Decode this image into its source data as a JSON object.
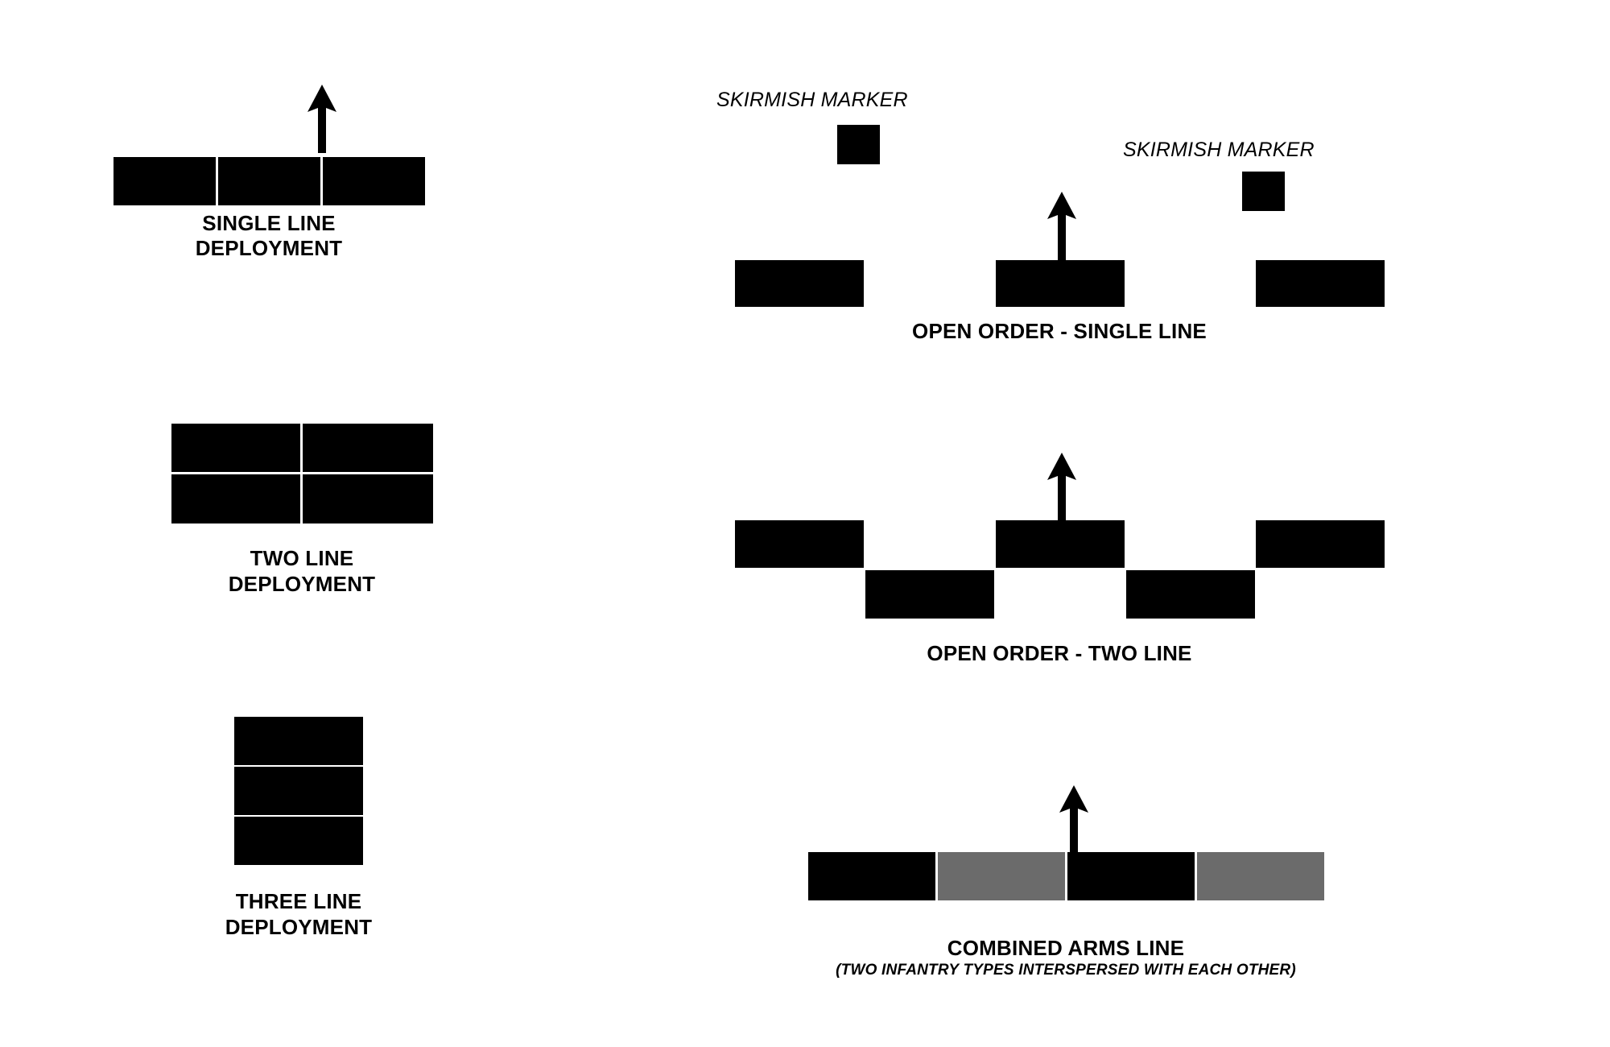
{
  "page": {
    "background": "#ffffff",
    "unit_color": "#000000",
    "unit_alt_color": "#6b6b6b"
  },
  "diagrams": [
    {
      "id": "single-line-deployment",
      "title_line1": "SINGLE LINE",
      "title_line2": "DEPLOYMENT",
      "arrow": "facing-arrow-up",
      "blocks": 3
    },
    {
      "id": "two-line-deployment",
      "title_line1": "TWO LINE",
      "title_line2": "DEPLOYMENT",
      "blocks": 4
    },
    {
      "id": "three-line-deployment",
      "title_line1": "THREE LINE",
      "title_line2": "DEPLOYMENT",
      "blocks": 3
    },
    {
      "id": "open-order-single-line",
      "title_line1": "OPEN ORDER - SINGLE LINE",
      "arrow": "facing-arrow-up",
      "blocks": 3,
      "markers": [
        {
          "label": "SKIRMISH MARKER"
        },
        {
          "label": "SKIRMISH MARKER"
        }
      ]
    },
    {
      "id": "open-order-two-line",
      "title_line1": "OPEN ORDER - TWO LINE",
      "arrow": "facing-arrow-up",
      "front_blocks": 3,
      "rear_blocks": 2
    },
    {
      "id": "combined-arms-line",
      "title_line1": "COMBINED ARMS LINE",
      "subcaption": "(TWO INFANTRY TYPES INTERSPERSED WITH EACH OTHER)",
      "arrow": "facing-arrow-up",
      "blocks": 4,
      "block_types": [
        "type-a",
        "type-b",
        "type-a",
        "type-b"
      ]
    }
  ],
  "labels": {
    "single_line_1": "SINGLE LINE",
    "single_line_2": "DEPLOYMENT",
    "two_line_1": "TWO LINE",
    "two_line_2": "DEPLOYMENT",
    "three_line_1": "THREE LINE",
    "three_line_2": "DEPLOYMENT",
    "open_single": "OPEN ORDER - SINGLE LINE",
    "open_two": "OPEN ORDER - TWO LINE",
    "combined": "COMBINED ARMS LINE",
    "combined_sub": "(TWO INFANTRY TYPES INTERSPERSED WITH EACH OTHER)",
    "skirmish_marker_1": "SKIRMISH MARKER",
    "skirmish_marker_2": "SKIRMISH MARKER"
  }
}
